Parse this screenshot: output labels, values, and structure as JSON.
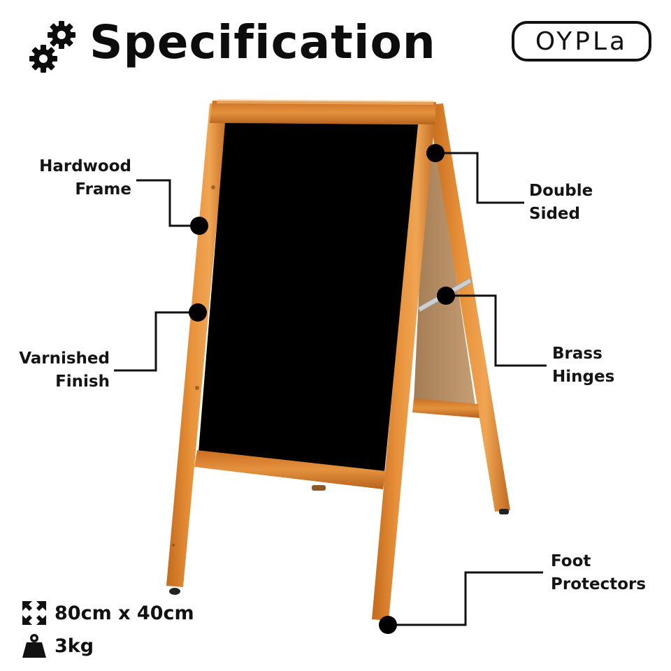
{
  "header": {
    "title": "Specification",
    "title_icon": "gears-icon",
    "brand_logo": "OYPLa"
  },
  "product": {
    "type": "A-frame chalkboard sign",
    "colors": {
      "wood": "#d9822b",
      "wood_dark": "#b5621a",
      "wood_light": "#f0a553",
      "chalkboard": "#000000",
      "back_panel": "#b38a5e",
      "callout": "#000000"
    }
  },
  "callouts": [
    {
      "id": "hardwood-frame",
      "line1": "Hardwood",
      "line2": "Frame",
      "side": "left"
    },
    {
      "id": "varnished-finish",
      "line1": "Varnished",
      "line2": "Finish",
      "side": "left"
    },
    {
      "id": "double-sided",
      "line1": "Double",
      "line2": "Sided",
      "side": "right"
    },
    {
      "id": "brass-hinges",
      "line1": "Brass",
      "line2": "Hinges",
      "side": "right"
    },
    {
      "id": "foot-protectors",
      "line1": "Foot",
      "line2": "Protectors",
      "side": "right"
    }
  ],
  "specs": [
    {
      "icon": "dimensions-arrows-icon",
      "text": "80cm x 40cm"
    },
    {
      "icon": "weight-icon",
      "text": "3kg"
    }
  ]
}
